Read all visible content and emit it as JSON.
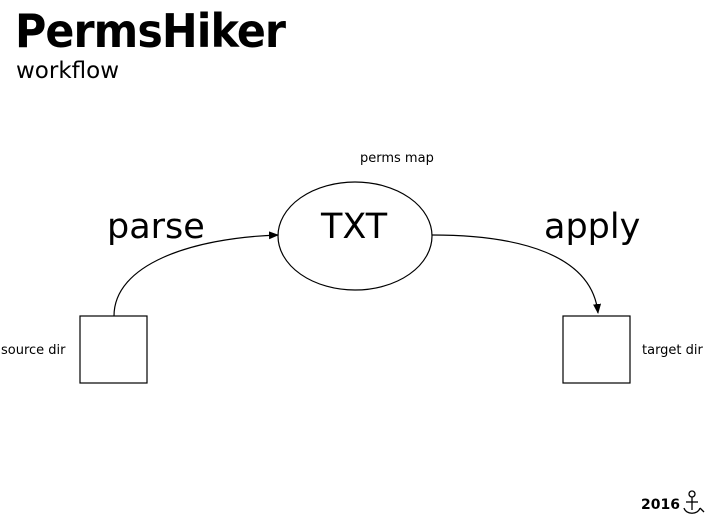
{
  "title": "PermsHiker",
  "subtitle": "workflow",
  "diagram": {
    "center": {
      "label": "TXT",
      "caption": "perms map"
    },
    "source": {
      "label": "source dir"
    },
    "target": {
      "label": "target dir"
    },
    "edges": {
      "parse": "parse",
      "apply": "apply"
    }
  },
  "footer": {
    "year": "2016",
    "logo_icon": "anchor-stickfigure-icon"
  }
}
